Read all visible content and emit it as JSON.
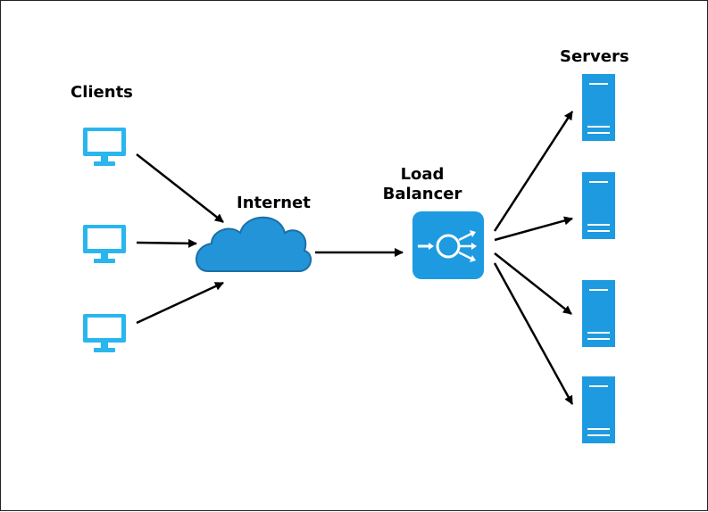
{
  "labels": {
    "clients": "Clients",
    "internet": "Internet",
    "load_balancer_line1": "Load",
    "load_balancer_line2": "Balancer",
    "servers": "Servers"
  },
  "nodes": {
    "clients": [
      {
        "id": "client-1",
        "icon": "monitor-icon"
      },
      {
        "id": "client-2",
        "icon": "monitor-icon"
      },
      {
        "id": "client-3",
        "icon": "monitor-icon"
      }
    ],
    "internet": {
      "id": "internet",
      "icon": "cloud-icon"
    },
    "load_balancer": {
      "id": "load-balancer",
      "icon": "load-balancer-icon"
    },
    "servers": [
      {
        "id": "server-1",
        "icon": "server-icon"
      },
      {
        "id": "server-2",
        "icon": "server-icon"
      },
      {
        "id": "server-3",
        "icon": "server-icon"
      },
      {
        "id": "server-4",
        "icon": "server-icon"
      }
    ]
  },
  "edges": [
    {
      "from": "client-1",
      "to": "internet"
    },
    {
      "from": "client-2",
      "to": "internet"
    },
    {
      "from": "client-3",
      "to": "internet"
    },
    {
      "from": "internet",
      "to": "load-balancer"
    },
    {
      "from": "load-balancer",
      "to": "server-1"
    },
    {
      "from": "load-balancer",
      "to": "server-2"
    },
    {
      "from": "load-balancer",
      "to": "server-3"
    },
    {
      "from": "load-balancer",
      "to": "server-4"
    }
  ],
  "colors": {
    "monitor": "#29b6ef",
    "cloud_fill": "#2394d8",
    "cloud_stroke": "#1a6fa6",
    "load_balancer": "#1e9be0",
    "server": "#1e9be0",
    "arrow": "#000000"
  }
}
